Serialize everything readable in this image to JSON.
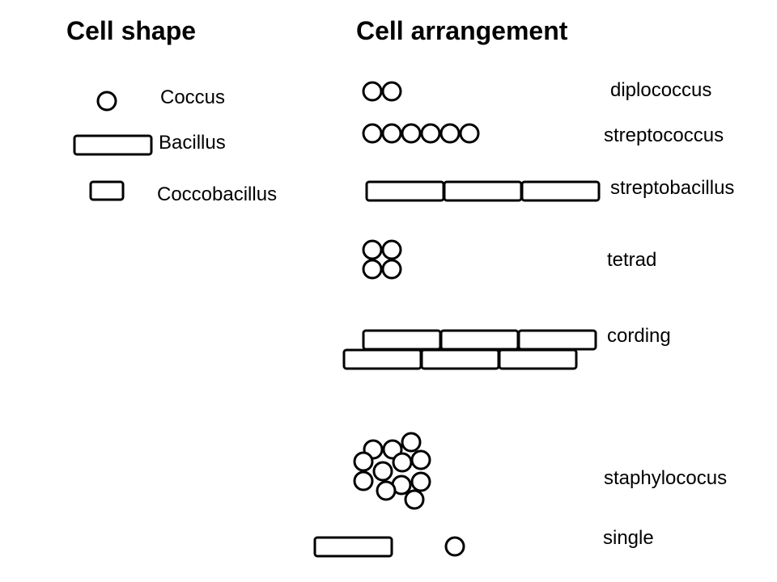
{
  "headings": {
    "shape": "Cell shape",
    "arrangement": "Cell arrangement"
  },
  "shapes": [
    {
      "label": "Coccus",
      "glyph": "circle"
    },
    {
      "label": "Bacillus",
      "glyph": "rod"
    },
    {
      "label": "Coccobacillus",
      "glyph": "short-rod"
    }
  ],
  "arrangements": [
    {
      "label": "diplococcus"
    },
    {
      "label": "streptococcus"
    },
    {
      "label": "streptobacillus"
    },
    {
      "label": "tetrad"
    },
    {
      "label": "cording"
    },
    {
      "label": "staphylococus"
    },
    {
      "label": "single"
    }
  ]
}
